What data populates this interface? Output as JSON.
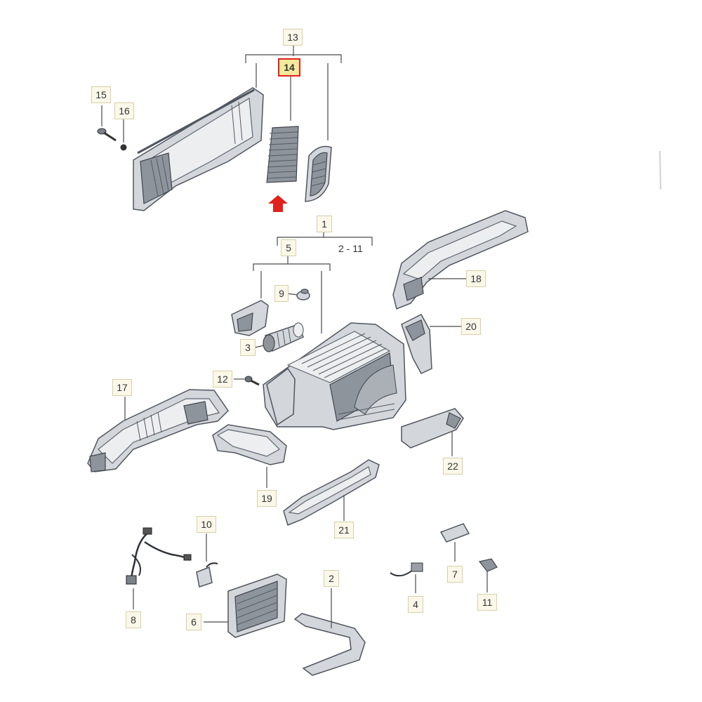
{
  "diagram": {
    "highlighted_part": "14",
    "highlight_color": "#e2201c",
    "callouts": {
      "c1": "1",
      "c2": "2",
      "c3": "3",
      "c4": "4",
      "c5": "5",
      "c6": "6",
      "c7": "7",
      "c8": "8",
      "c9": "9",
      "c10": "10",
      "c11": "11",
      "c12": "12",
      "c13": "13",
      "c14": "14",
      "c15": "15",
      "c16": "16",
      "c17": "17",
      "c18": "18",
      "c19": "19",
      "c20": "20",
      "c21": "21",
      "c22": "22"
    },
    "range_label": "2 - 11"
  }
}
